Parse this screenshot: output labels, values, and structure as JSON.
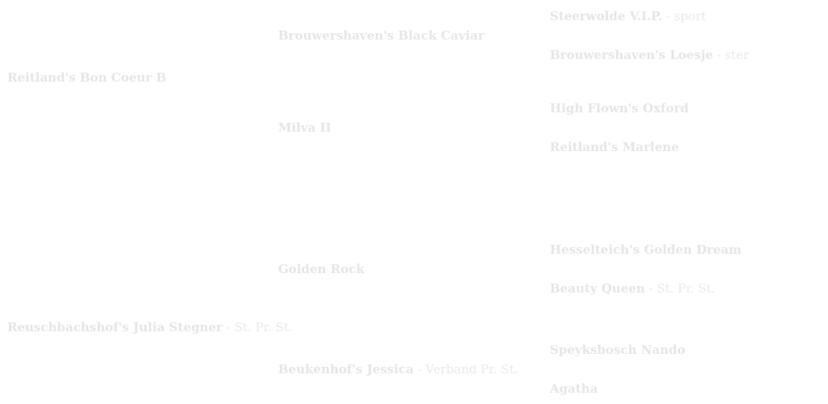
{
  "pedigree": {
    "generation_1": [
      {
        "name": "Reitland's Bon Coeur B",
        "separator": "",
        "title": ""
      },
      {
        "name": "Reuschbachshof's Julia Stegner",
        "separator": " - ",
        "title": "St. Pr. St."
      }
    ],
    "generation_2": [
      {
        "name": "Brouwershaven's Black Caviar",
        "separator": "",
        "title": ""
      },
      {
        "name": "Milva II",
        "separator": "",
        "title": ""
      },
      {
        "name": "Golden Rock",
        "separator": "",
        "title": ""
      },
      {
        "name": "Beukenhof's Jessica",
        "separator": " - ",
        "title": "Verband Pr. St."
      }
    ],
    "generation_3": [
      {
        "name": "Steerwolde V.I.P.",
        "separator": " - ",
        "title": "sport"
      },
      {
        "name": "Brouwershaven's Loesje",
        "separator": " - ",
        "title": "ster"
      },
      {
        "name": "High Flown's Oxford",
        "separator": "",
        "title": ""
      },
      {
        "name": "Reitland's Marlene",
        "separator": "",
        "title": ""
      },
      {
        "name": "Hesselteich's Golden Dream",
        "separator": "",
        "title": ""
      },
      {
        "name": "Beauty Queen",
        "separator": " - ",
        "title": "St. Pr. St."
      },
      {
        "name": "Speyksbosch Nando",
        "separator": "",
        "title": ""
      },
      {
        "name": "Agatha",
        "separator": "",
        "title": ""
      }
    ]
  }
}
